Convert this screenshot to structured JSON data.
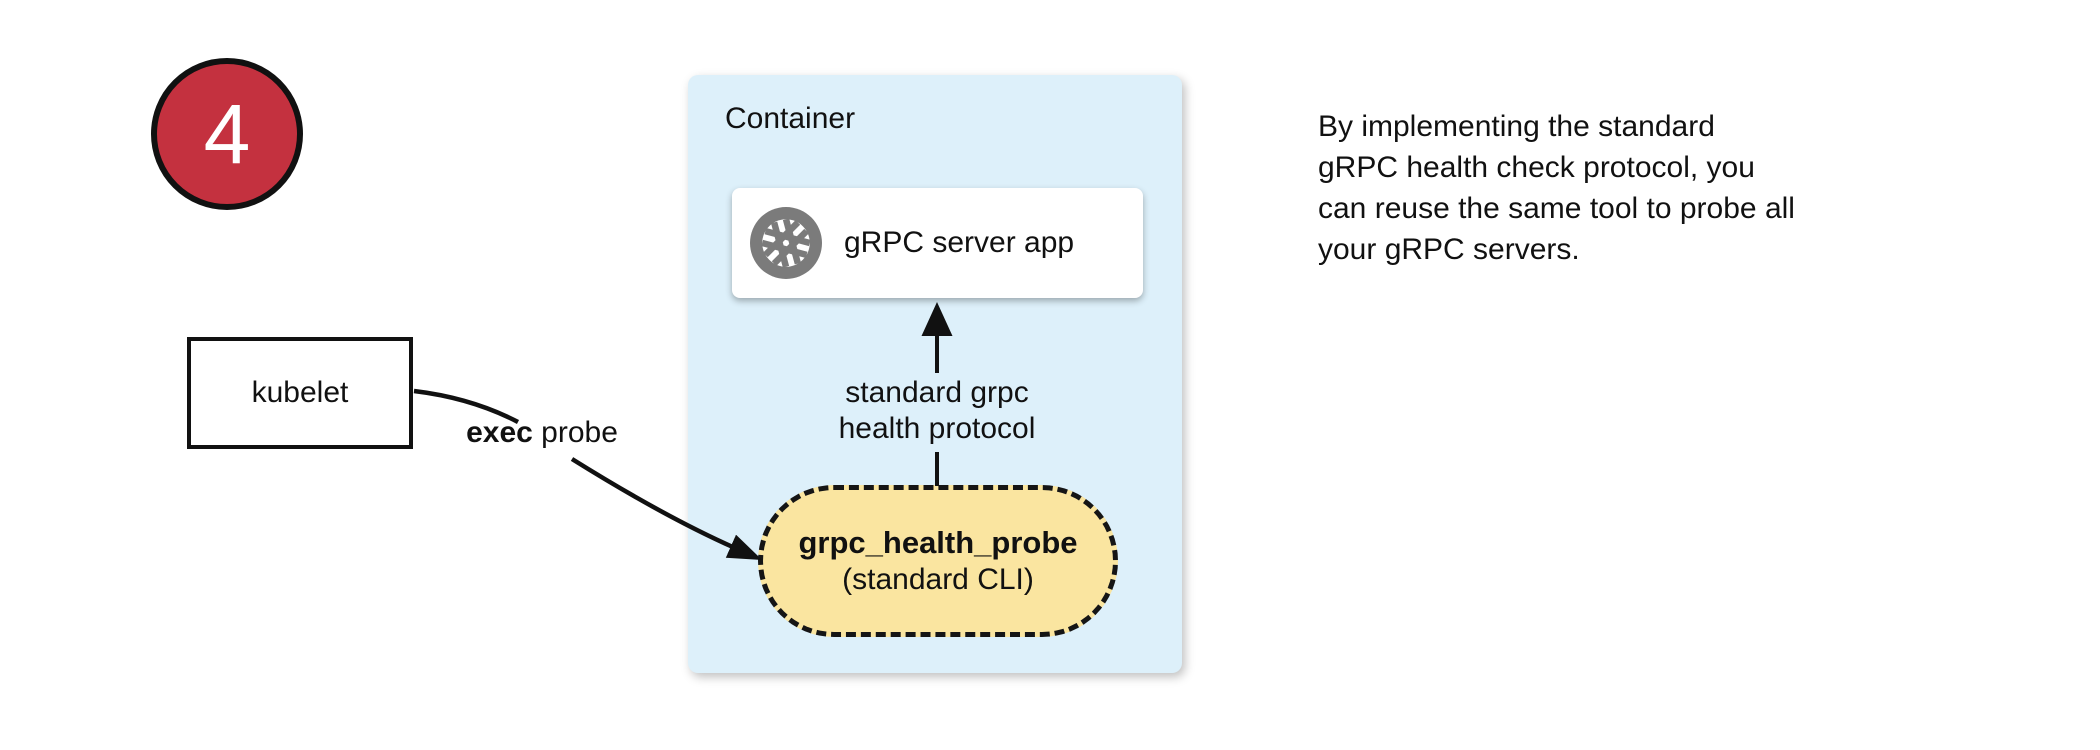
{
  "badge": {
    "number": "4"
  },
  "nodes": {
    "kubelet": {
      "label": "kubelet"
    },
    "container": {
      "label": "Container"
    },
    "grpc_server": {
      "label": "gRPC server app",
      "icon": "aperture-icon"
    },
    "probe": {
      "title": "grpc_health_probe",
      "subtitle": "(standard CLI)"
    }
  },
  "edges": {
    "exec_probe": {
      "bold_part": "exec",
      "rest_part": " probe"
    },
    "health_protocol": {
      "label": "standard grpc\nhealth protocol"
    }
  },
  "note": {
    "text": "By implementing the standard\ngRPC health check protocol, you\ncan reuse the same tool to probe all\nyour gRPC servers."
  },
  "colors": {
    "badge_red": "#c4313f",
    "container_blue": "#ddf0fa",
    "probe_yellow": "#fae5a0",
    "icon_gray": "#7b7b7b",
    "stroke_black": "#111111"
  }
}
